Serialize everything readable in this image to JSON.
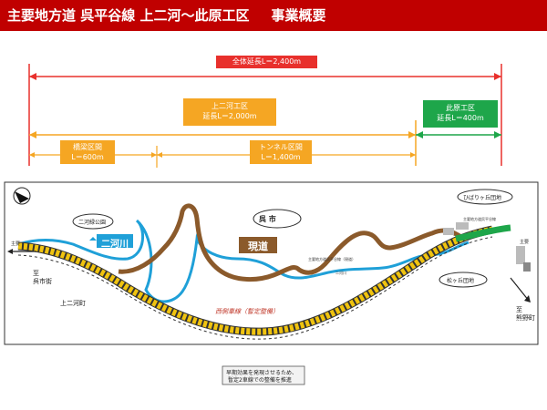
{
  "header": {
    "title_main": "主要地方道 呉平谷線 上二河〜此原工区",
    "title_sub": "事業概要"
  },
  "colors": {
    "header_bg": "#c00000",
    "total": "#e8302c",
    "kaminiko": "#f5a623",
    "konohara": "#1ea64a",
    "river": "#1fa0d8",
    "existing_road": "#8b5a2b",
    "new_road": "#f1c40f"
  },
  "total": {
    "line1": "全体延長L＝2,400m"
  },
  "kaminiko": {
    "line1": "上二河工区",
    "line2": "延長L＝2,000m"
  },
  "konohara": {
    "line1": "此原工区",
    "line2": "延長L＝400m"
  },
  "kyouryou": {
    "line1": "橋梁区間",
    "line2": "L＝600m"
  },
  "tunnel": {
    "line1": "トンネル区間",
    "line2": "L＝1,400m"
  },
  "map": {
    "kure_city": "呉 市",
    "existing_road_label": "現道",
    "river_label": "二河川",
    "park_label": "二河緑公園",
    "town_label": "上二河町",
    "bypass_label": "西側車線（暫定整備）",
    "hibari_label": "ひばりヶ丘団地",
    "matsu_label": "松ヶ丘団地",
    "kure_direction": "至\n呉市街",
    "noroko_direction": "至\n熊野町",
    "road_mark_left": "主要",
    "road_mark_right": "主要",
    "small_road_label": "主要地方道呉平谷線（現道）",
    "small_river_label": "二河川",
    "small_label_right": "主要地方道呉平谷線",
    "note_line1": "早期効果を発現させるため、",
    "note_line2": "暫定2車線での整備を推進"
  }
}
